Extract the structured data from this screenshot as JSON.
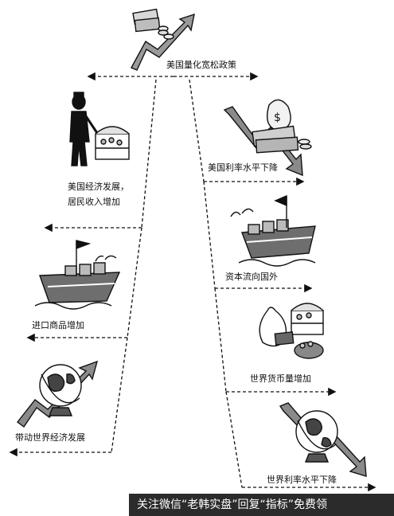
{
  "diagram": {
    "top_label": "美国量化宽松政策",
    "left_branch": [
      {
        "label_line1": "美国经济发展，",
        "label_line2": "居民收入增加"
      },
      {
        "label": "进口商品增加"
      },
      {
        "label": "带动世界经济发展"
      }
    ],
    "right_branch": [
      {
        "label": "美国利率水平下降"
      },
      {
        "label": "资本流向国外"
      },
      {
        "label": "世界货币量增加"
      },
      {
        "label": "世界利率水平下降"
      }
    ],
    "icons": {
      "top": "money-stack-rising-arrow-icon",
      "left_1": "businessman-treasure-chest-icon",
      "left_2": "cargo-ship-icon",
      "left_3": "globe-rising-arrow-icon",
      "right_1": "money-falling-arrow-icon",
      "right_2": "cargo-ship-icon",
      "right_3": "money-bag-treasure-icon",
      "right_4": "globe-falling-arrow-icon"
    }
  },
  "footer": {
    "text": "关注微信“老韩实盘”回复“指标”免费领"
  }
}
